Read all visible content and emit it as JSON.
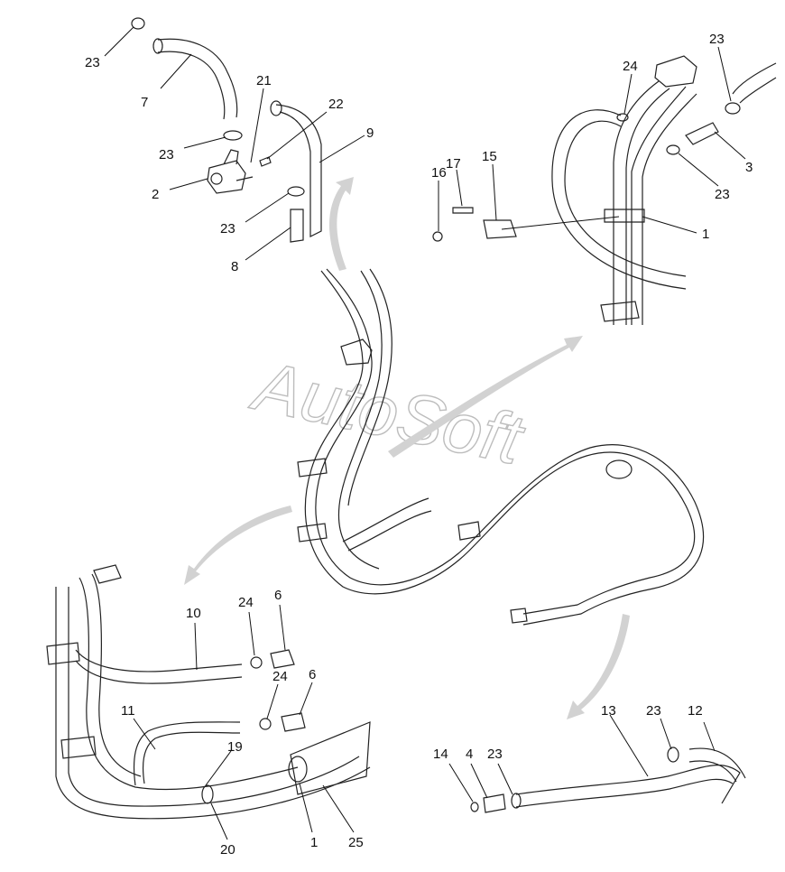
{
  "watermark": "AutoSoft",
  "callouts": [
    "23",
    "7",
    "21",
    "22",
    "9",
    "23",
    "2",
    "23",
    "8",
    "24",
    "23",
    "16",
    "17",
    "15",
    "3",
    "23",
    "1",
    "10",
    "24",
    "6",
    "24",
    "6",
    "11",
    "19",
    "1",
    "25",
    "20",
    "13",
    "23",
    "12",
    "14",
    "4",
    "23"
  ],
  "colors": {
    "line": "#222222",
    "arrow": "#d2d2d2",
    "watermark": "#bdbdbd"
  }
}
